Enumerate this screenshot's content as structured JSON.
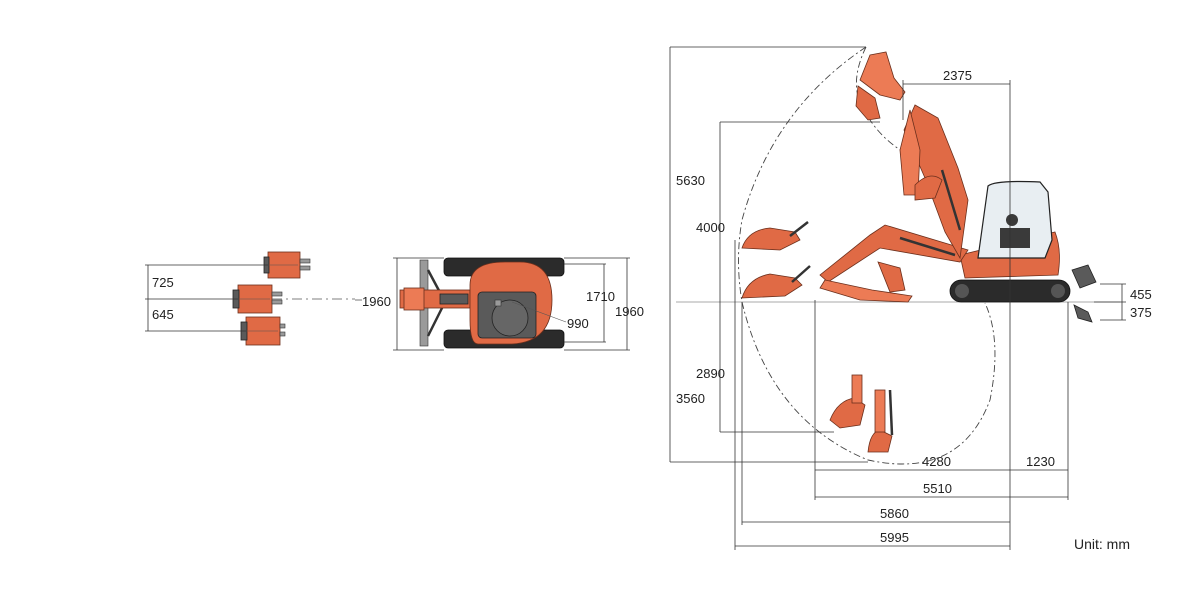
{
  "unit_label": "Unit: mm",
  "bucket_offsets": {
    "right_offset": "725",
    "left_offset": "645"
  },
  "top_view": {
    "overall_width": "1960",
    "track_gauge": "1710",
    "machine_width": "1960",
    "tail_swing_radius": "990"
  },
  "side_view": {
    "max_digging_height": "5630",
    "max_dumping_height": "4000",
    "max_digging_depth": "3560",
    "max_vertical_wall_depth": "2890",
    "min_swing_radius": "2375",
    "blade_max_lift": "455",
    "blade_max_drop": "375",
    "min_front_radius": "4280",
    "tail_to_blade": "1230",
    "overall_length": "5510",
    "max_reach_ground": "5860",
    "max_digging_reach": "5995"
  },
  "colors": {
    "body": "#e06a45",
    "track": "#2b2b2b",
    "line": "#333333"
  }
}
